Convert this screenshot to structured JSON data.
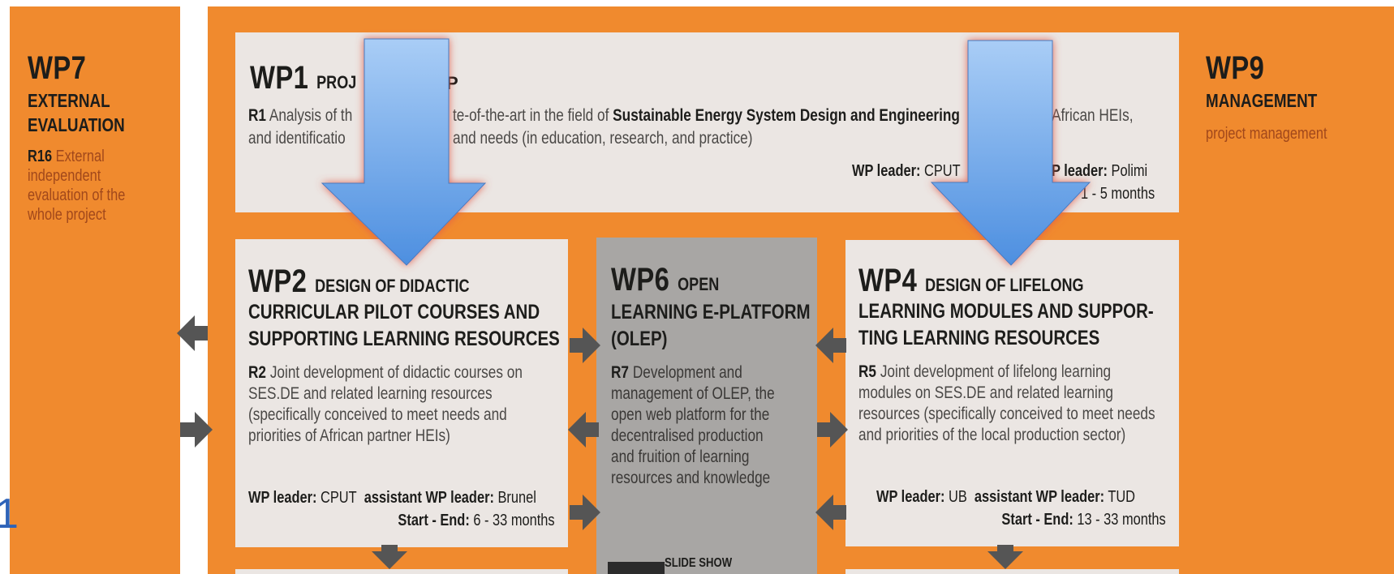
{
  "wp7": {
    "number": "WP7",
    "title_lines": [
      "EXTERNAL",
      "EVALUATION"
    ],
    "result_code": "R16",
    "result_lines": [
      "External",
      "independent",
      "evaluation of the",
      "whole project"
    ]
  },
  "wp9": {
    "number": "WP9",
    "title": "MANAGEMENT",
    "text": "project management"
  },
  "wp1": {
    "number": "WP1",
    "title_fragment_a": "PROJ",
    "title_fragment_b": "P",
    "result_code": "R1",
    "line1_a": "Analysis of th",
    "line1_b": "te-of-the-art in the field of",
    "line1_bold": "Sustainable Energy System Design and Engineering",
    "line1_c": "African HEIs,",
    "line2_a": "and identificatio",
    "line2_b": "and needs (in education, research, and practice)",
    "leader_label": "WP leader:",
    "leader_value": "CPUT",
    "assistant_fragment": "P leader:",
    "assistant_value": "Polimi",
    "dates_fragment": "1 - 5 months"
  },
  "wp2": {
    "number": "WP2",
    "title_lines": [
      "DESIGN OF DIDACTIC",
      "CURRICULAR PILOT COURSES AND",
      "SUPPORTING LEARNING RESOURCES"
    ],
    "result_code": "R2",
    "text_lines": [
      "Joint development of didactic courses on",
      "SES.DE and related learning resources",
      "(specifically conceived to meet needs and",
      "priorities of African partner HEIs)"
    ],
    "leader_label": "WP leader:",
    "leader_value": "CPUT",
    "assistant_label": "assistant WP leader:",
    "assistant_value": "Brunel",
    "dates_label": "Start - End:",
    "dates_value": "6 - 33 months"
  },
  "wp6": {
    "number": "WP6",
    "title_lines": [
      "OPEN",
      "LEARNING E-PLATFORM",
      "(OLEP)"
    ],
    "result_code": "R7",
    "text_lines": [
      "Development and",
      "management of OLEP, the",
      "open web platform for the",
      "decentralised production",
      "and fruition of learning",
      "resources and knowledge"
    ],
    "slideshow_label": "SLIDE SHOW"
  },
  "wp4": {
    "number": "WP4",
    "title_lines": [
      "DESIGN OF LIFELONG",
      "LEARNING MODULES AND SUPPOR-",
      "TING LEARNING RESOURCES"
    ],
    "result_code": "R5",
    "text_lines": [
      "Joint development of lifelong learning",
      "modules on SES.DE and related learning",
      "resources (specifically conceived to meet needs",
      "and priorities of the local production sector)"
    ],
    "leader_label": "WP leader:",
    "leader_value": "UB",
    "assistant_label": "assistant WP leader:",
    "assistant_value": "TUD",
    "dates_label": "Start - End:",
    "dates_value": "13 - 33 months"
  },
  "edge_glyph": "1",
  "colors": {
    "orange": "#f08a2e",
    "box": "#ebe6e3",
    "platform_gray": "#a8a6a4",
    "arrow_dark": "#555555",
    "overlay_arrow_blue": "#6aaaf0",
    "overlay_arrow_glow": "#e05a4a",
    "result_brown": "#a1481b"
  }
}
